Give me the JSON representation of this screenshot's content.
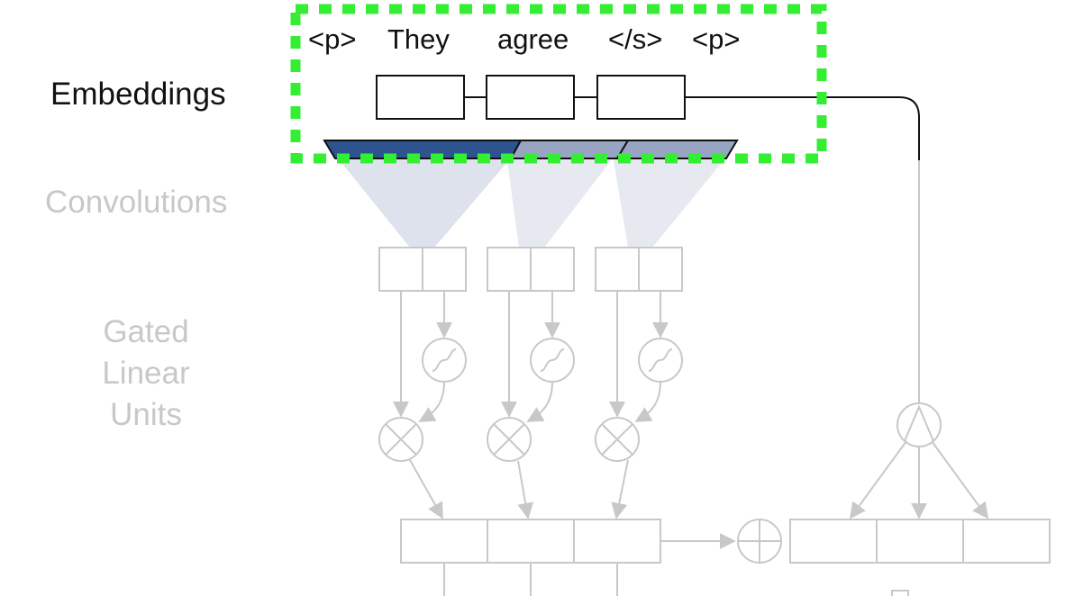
{
  "tokens": [
    "<p>",
    "They",
    "agree",
    "</s>",
    "<p>"
  ],
  "labels": {
    "embeddings": "Embeddings",
    "convolutions": "Convolutions",
    "glu": [
      "Gated",
      "Linear",
      "Units"
    ]
  },
  "colors": {
    "highlight_box": "#33ee33",
    "active_stroke": "#111111",
    "faded_stroke": "#c8c8c8",
    "filter_dark": "#2e5490",
    "filter_mid": "#97a5c2",
    "filter_light": "#dde2ec"
  }
}
